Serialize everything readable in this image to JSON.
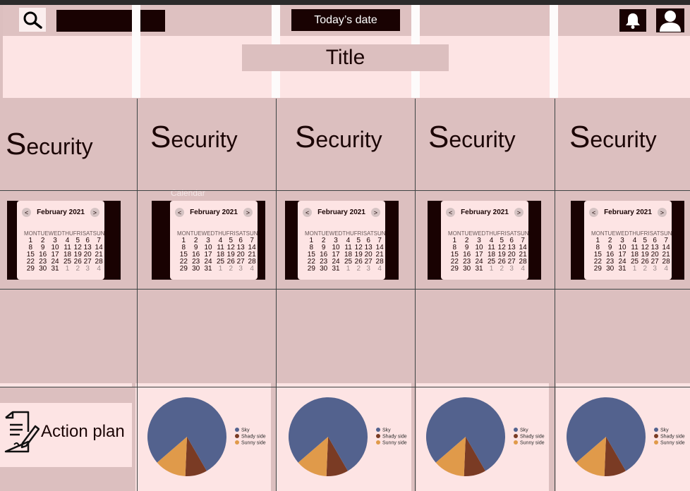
{
  "header": {
    "date_label": "Today’s date",
    "title": "Title"
  },
  "security_label": "Security",
  "calendar": {
    "overlay_label": "Calendar",
    "month": "February 2021",
    "prev": "<",
    "next": ">",
    "day_names": [
      "MON",
      "TUE",
      "WED",
      "THU",
      "FRI",
      "SAT",
      "SUN"
    ],
    "weeks": [
      [
        "1",
        "2",
        "3",
        "4",
        "5",
        "6",
        "7"
      ],
      [
        "8",
        "9",
        "10",
        "11",
        "12",
        "13",
        "14"
      ],
      [
        "15",
        "16",
        "17",
        "18",
        "19",
        "20",
        "21"
      ],
      [
        "22",
        "23",
        "24",
        "25",
        "26",
        "27",
        "28"
      ],
      [
        "29",
        "30",
        "31",
        "1",
        "2",
        "3",
        "4"
      ]
    ]
  },
  "action_plan_label": "Action plan",
  "chart_data": {
    "type": "pie",
    "labels": [
      "Sky",
      "Shady side",
      "Sunny side"
    ],
    "values": [
      78,
      9,
      13
    ],
    "colors": [
      "#53628e",
      "#7a3b24",
      "#e09a4a"
    ],
    "legend": "right"
  },
  "colors": {
    "dark": "#190202",
    "pink_light": "#fde4e4",
    "pink": "#dcbfbf"
  }
}
